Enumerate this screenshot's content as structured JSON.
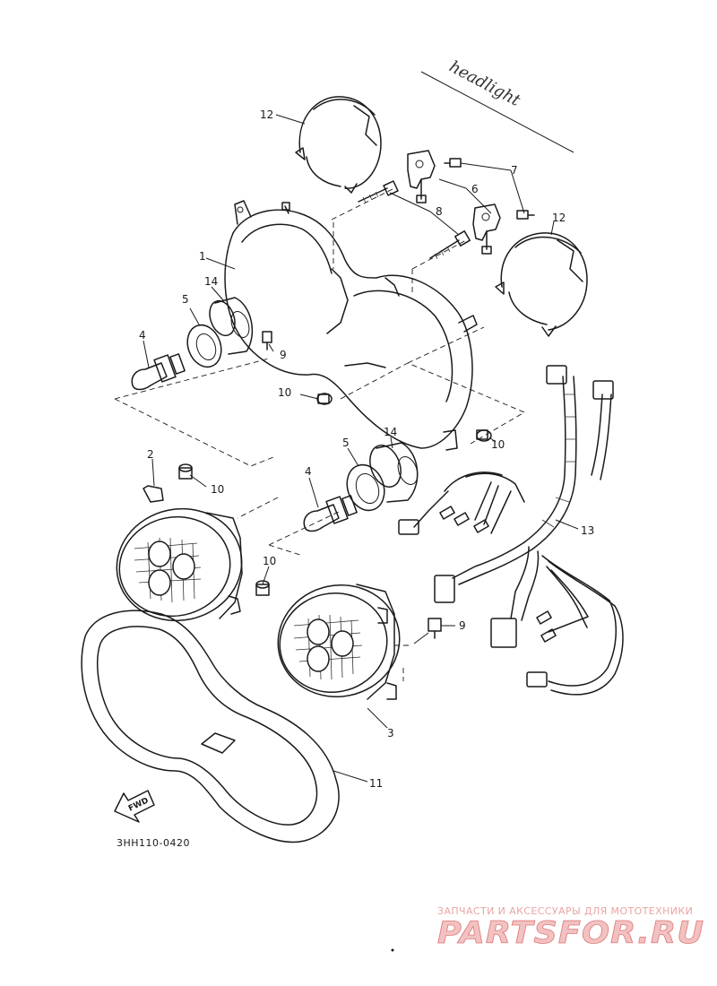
{
  "diagram_code": "3HH110-0420",
  "handwritten_note": "headlight",
  "fwd_label": "FWD",
  "watermark": {
    "tagline": "ЗАПЧАСТИ И АКСЕССУАРЫ ДЛЯ МОТОТЕХНИКИ",
    "site": "PARTSFOR.RU"
  },
  "callouts": [
    {
      "id": "c12a",
      "label": "12"
    },
    {
      "id": "c7",
      "label": "7"
    },
    {
      "id": "c6",
      "label": "6"
    },
    {
      "id": "c8",
      "label": "8"
    },
    {
      "id": "c12b",
      "label": "12"
    },
    {
      "id": "c1",
      "label": "1"
    },
    {
      "id": "c14a",
      "label": "14"
    },
    {
      "id": "c5a",
      "label": "5"
    },
    {
      "id": "c4a",
      "label": "4"
    },
    {
      "id": "c9a",
      "label": "9"
    },
    {
      "id": "c10a",
      "label": "10"
    },
    {
      "id": "c10b",
      "label": "10"
    },
    {
      "id": "c2",
      "label": "2"
    },
    {
      "id": "c10c",
      "label": "10"
    },
    {
      "id": "c5b",
      "label": "5"
    },
    {
      "id": "c14b",
      "label": "14"
    },
    {
      "id": "c4b",
      "label": "4"
    },
    {
      "id": "c13",
      "label": "13"
    },
    {
      "id": "c10d",
      "label": "10"
    },
    {
      "id": "c9b",
      "label": "9"
    },
    {
      "id": "c3",
      "label": "3"
    },
    {
      "id": "c11",
      "label": "11"
    }
  ]
}
